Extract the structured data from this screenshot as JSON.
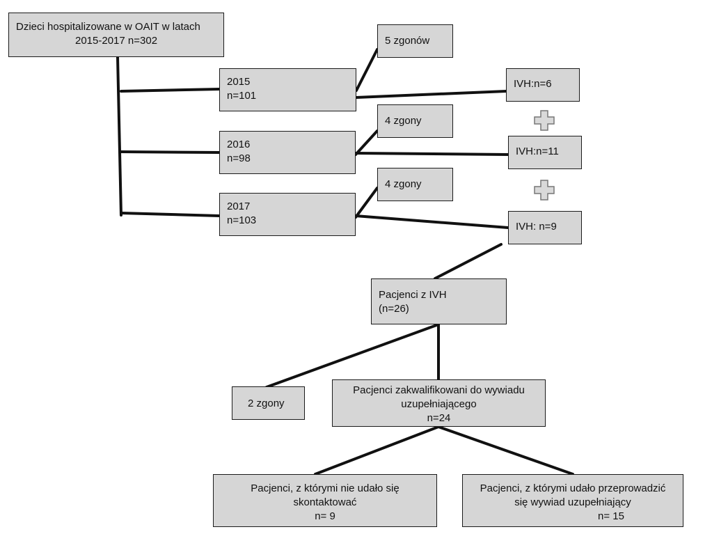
{
  "boxes": {
    "root": [
      "Dzieci hospitalizowane w OAIT w latach",
      "2015-2017 n=302"
    ],
    "y2015": [
      "2015",
      "n=101"
    ],
    "y2016": [
      "2016",
      "n=98"
    ],
    "y2017": [
      "2017",
      "n=103"
    ],
    "deaths2015": "5 zgonów",
    "deaths2016": "4 zgony",
    "deaths2017": "4 zgony",
    "ivh2015": "IVH:n=6",
    "ivh2016": "IVH:n=11",
    "ivh2017": "IVH: n=9",
    "ivhTotal": [
      "Pacjenci z IVH",
      "(n=26)"
    ],
    "deathsIvh": "2 zgony",
    "qualified": [
      "Pacjenci zakwalifikowani do wywiadu",
      "uzupełniającego",
      "n=24"
    ],
    "notContacted": [
      "Pacjenci, z którymi nie udało się",
      "skontaktować",
      "n= 9"
    ],
    "interviewed": [
      "Pacjenci, z którymi udało przeprowadzić",
      "się wywiad uzupełniający",
      "n= 15"
    ]
  },
  "colors": {
    "box_fill": "#d6d6d6",
    "line": "#111111",
    "plus_fill": "#d9d9d9"
  },
  "icons": [
    "plus-icon",
    "plus-icon"
  ]
}
